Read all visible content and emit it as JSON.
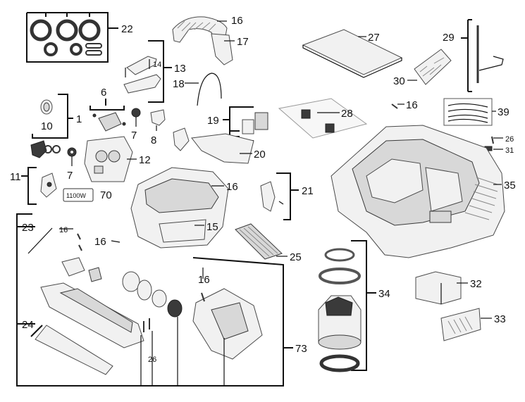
{
  "diagram": {
    "badge_text": "1100W",
    "callouts": {
      "c1": "1",
      "c6": "6",
      "c7a": "7",
      "c7b": "7",
      "c8": "8",
      "c10": "10",
      "c11": "11",
      "c12": "12",
      "c13": "13",
      "c14": "14",
      "c15": "15",
      "c16a": "16",
      "c16b": "16",
      "c16c": "16",
      "c16d": "16",
      "c16e": "16",
      "c16f": "16",
      "c17": "17",
      "c18": "18",
      "c19": "19",
      "c20": "20",
      "c21": "21",
      "c22": "22",
      "c23": "23",
      "c24": "24",
      "c25": "25",
      "c26a": "26",
      "c26b": "26",
      "c27": "27",
      "c28": "28",
      "c29": "29",
      "c30": "30",
      "c31": "31",
      "c32": "32",
      "c33": "33",
      "c34": "34",
      "c35": "35",
      "c39": "39",
      "c70": "70",
      "c73": "73"
    }
  }
}
